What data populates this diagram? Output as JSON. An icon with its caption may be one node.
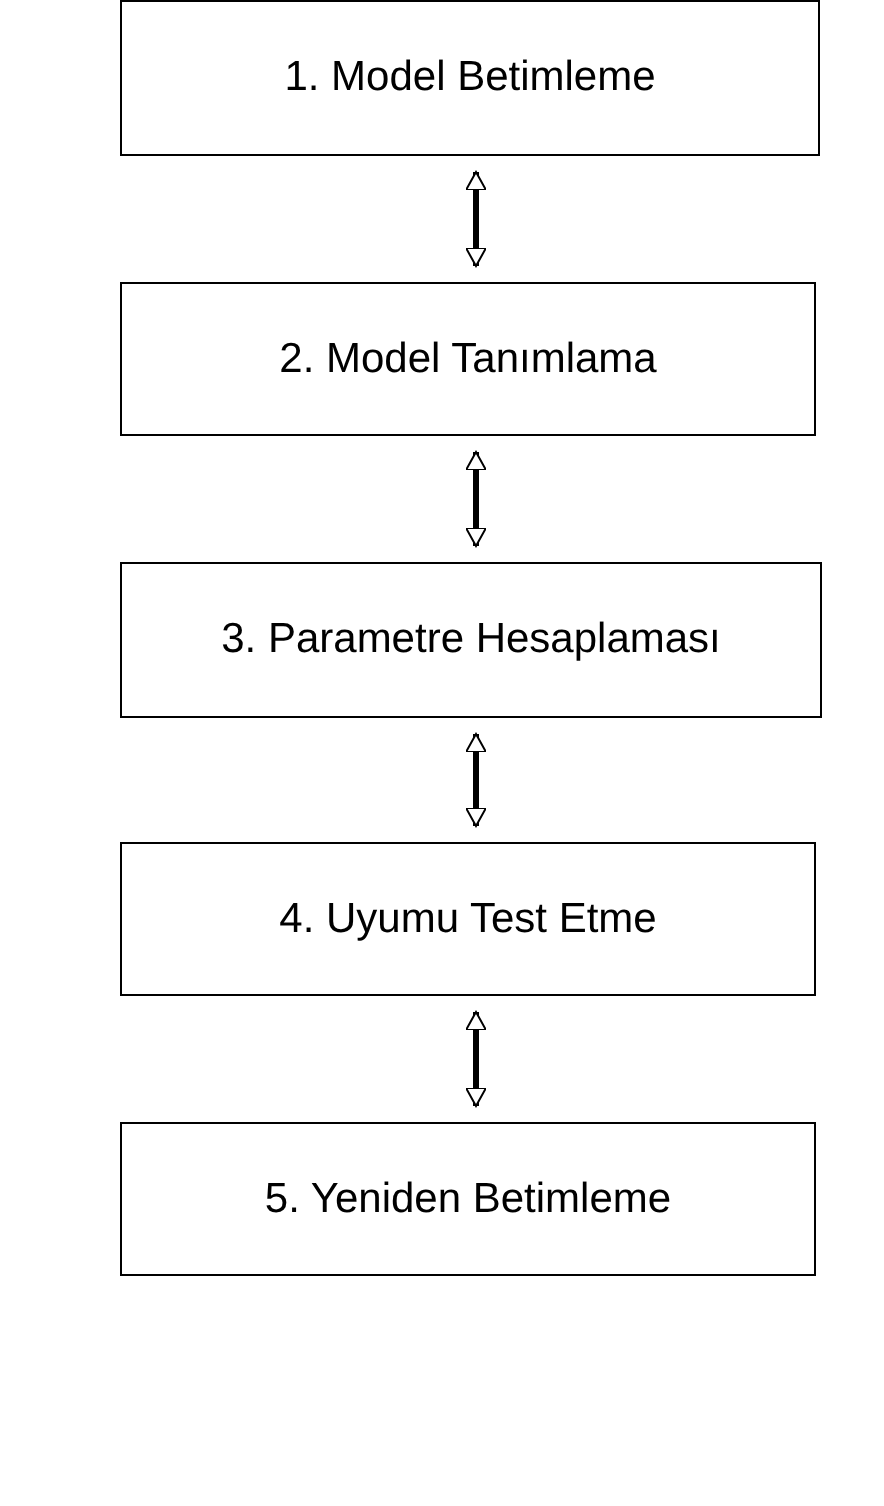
{
  "diagram": {
    "nodes": [
      {
        "text": [
          "1. Model Betimleme"
        ]
      },
      {
        "text": [
          "2. Model Tanımlama"
        ]
      },
      {
        "text": [
          "3. Parametre Hesaplaması"
        ]
      },
      {
        "text": [
          "4. Uyumu Test Etme"
        ]
      },
      {
        "text": [
          "5. Yeniden Betimleme"
        ]
      }
    ],
    "edges": [
      {
        "from": 0,
        "to": 1,
        "arrow": "both"
      },
      {
        "from": 1,
        "to": 2,
        "arrow": "both"
      },
      {
        "from": 2,
        "to": 3,
        "arrow": "both"
      },
      {
        "from": 3,
        "to": 4,
        "arrow": "both"
      }
    ]
  }
}
